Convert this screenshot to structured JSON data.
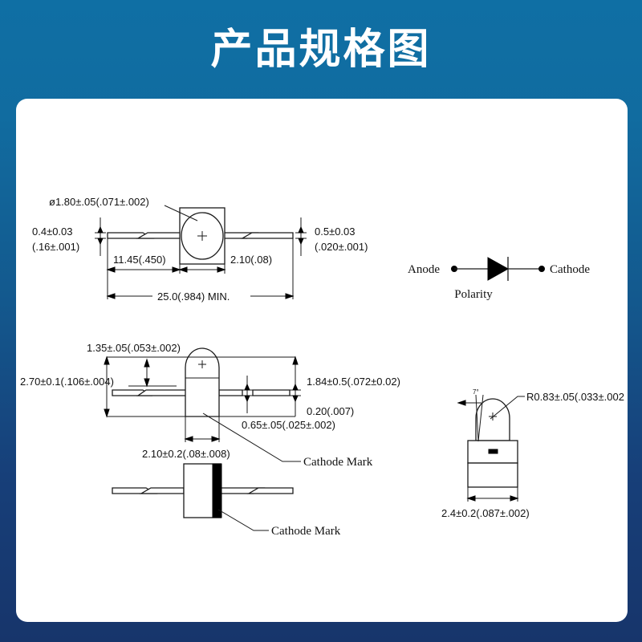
{
  "header": {
    "title": "产品规格图"
  },
  "colors": {
    "bg_top": "#0f6fa4",
    "bg_bottom": "#17356b",
    "card": "#ffffff",
    "ink": "#1a1a1a",
    "cathode_mark": "#000000"
  },
  "views": {
    "axial_top": {
      "name": "axial-lead-diode-top-view",
      "labels": {
        "body_diameter": "ø1.80±.05(.071±.002)",
        "lead_left_1": "0.4±0.03",
        "lead_left_2": "(.16±.001)",
        "lead_right_1": "0.5±0.03",
        "lead_right_2": "(.020±.001)",
        "lead_length": "11.45(.450)",
        "body_length": "2.10(.08)",
        "overall_length": "25.0(.984)  MIN.",
        "polarity_plus": "+"
      }
    },
    "polarity": {
      "name": "polarity-diagram",
      "labels": {
        "anode": "Anode",
        "cathode": "Cathode",
        "caption": "Polarity"
      }
    },
    "axial_middle": {
      "name": "led-side-profile-view",
      "labels": {
        "top_dim": "1.35±.05(.053±.002)",
        "left_dim": "2.70±0.1(.106±.004)",
        "right_dim_1": "1.84±0.5(.072±0.02)",
        "right_dim_2": "0.20(.007)",
        "lead_thickness": "0.65±.05(.025±.002)",
        "body_width": "2.10±0.2(.08±.008)",
        "cathode_mark": "Cathode Mark",
        "polarity_plus": "+"
      }
    },
    "radius_view": {
      "name": "dome-radius-detail-view",
      "labels": {
        "radius": "R0.83±.05(.033±.002",
        "angle": "7°",
        "width_dim": "2.4±0.2(.087±.002)",
        "polarity_plus": "+"
      }
    },
    "axial_bottom": {
      "name": "diode-cathode-band-view",
      "labels": {
        "cathode_mark": "Cathode Mark"
      }
    }
  }
}
